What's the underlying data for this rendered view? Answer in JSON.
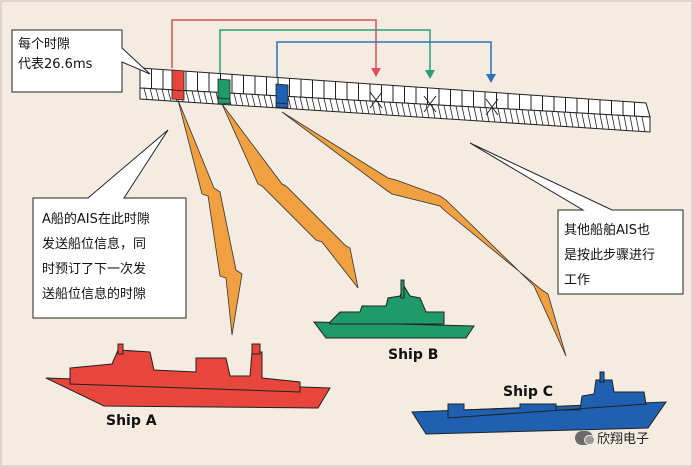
{
  "notes": {
    "slot_note": "每个时隙\n代表26.6ms",
    "ship_a_note": "A船的AIS在此时隙\n发送船位信息，同\n时预订了下一次发\n送船位信息的时隙",
    "other_note": "其他船舶AIS也\n是按此步骤进行\n工作"
  },
  "ships": {
    "a": {
      "label": "Ship A",
      "color": "#e8453c"
    },
    "b": {
      "label": "Ship B",
      "color": "#1f9a6a"
    },
    "c": {
      "label": "Ship C",
      "color": "#2060b0"
    }
  },
  "colors": {
    "background": "#f4ece1",
    "reserve_red": "#e0505a",
    "reserve_green": "#2aa07a",
    "reserve_blue": "#3070c0",
    "signal": "#f0a040"
  },
  "watermark": {
    "text": "欣翔电子",
    "icon": "wechat-icon"
  }
}
